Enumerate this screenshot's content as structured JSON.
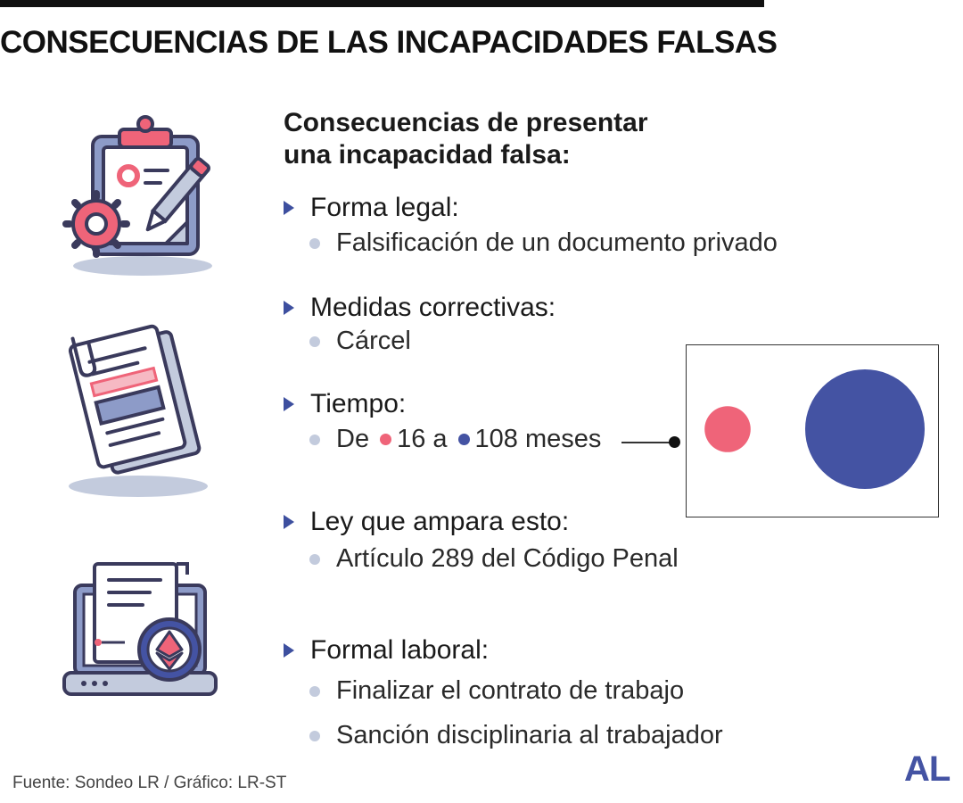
{
  "header": {
    "title": "CONSECUENCIAS DE LAS INCAPACIDADES FALSAS"
  },
  "intro": {
    "line1": "Consecuencias de presentar",
    "line2": "una incapacidad falsa:"
  },
  "sections": [
    {
      "label": "Forma legal:",
      "items": [
        "Falsificación de un documento privado"
      ]
    },
    {
      "label": "Medidas correctivas:",
      "items": [
        "Cárcel"
      ]
    },
    {
      "label": "Tiempo:",
      "prefix": "De",
      "min_label": "16 a",
      "max_label": "108 meses"
    },
    {
      "label": "Ley que ampara esto:",
      "items": [
        "Artículo 289 del Código Penal"
      ]
    },
    {
      "label": "Formal laboral:",
      "items": [
        "Finalizar el contrato de trabajo",
        "Sanción disciplinaria al trabajador"
      ]
    }
  ],
  "time_range": {
    "min": 16,
    "max": 108
  },
  "colors": {
    "accent_blue": "#4453a3",
    "accent_pink": "#ef6479",
    "bullet": "#c3cbdd"
  },
  "icons": [
    "clipboard-gear-pencil-icon",
    "documents-paperclip-icon",
    "laptop-document-ethereum-icon"
  ],
  "footer": {
    "source": "Fuente: Sondeo LR / Gráfico: LR-ST",
    "logo": "AL"
  }
}
